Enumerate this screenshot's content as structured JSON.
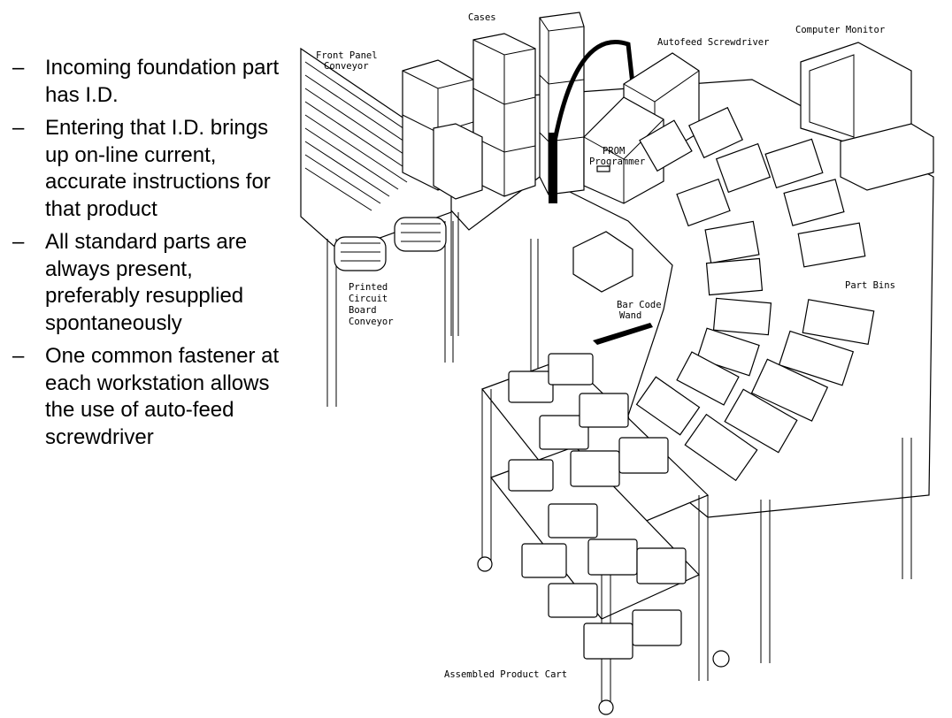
{
  "bullets": [
    {
      "marker": "–",
      "text": "Incoming foundation part has I.D."
    },
    {
      "marker": "–",
      "text": "Entering that I.D. brings up on-line current, accurate instructions for that product"
    },
    {
      "marker": "–",
      "text": "All standard parts are always present, preferably resupplied spontaneously"
    },
    {
      "marker": "–",
      "text": "One common fastener at each workstation allows the use of  auto-feed screwdriver"
    }
  ],
  "illustration": {
    "labels": {
      "cases": "Cases",
      "front_panel_conveyor_1": "Front Panel",
      "front_panel_conveyor_2": "Conveyor",
      "autofeed_screwdriver": "Autofeed Screwdriver",
      "computer_monitor": "Computer Monitor",
      "prom_programmer_1": "PROM",
      "prom_programmer_2": "Programmer",
      "printed_circuit_1": "Printed",
      "printed_circuit_2": "Circuit",
      "printed_circuit_3": "Board",
      "printed_circuit_4": "Conveyor",
      "bar_code_wand_1": "Bar Code",
      "bar_code_wand_2": "Wand",
      "part_bins": "Part Bins",
      "assembled_product_cart": "Assembled Product Cart"
    }
  }
}
